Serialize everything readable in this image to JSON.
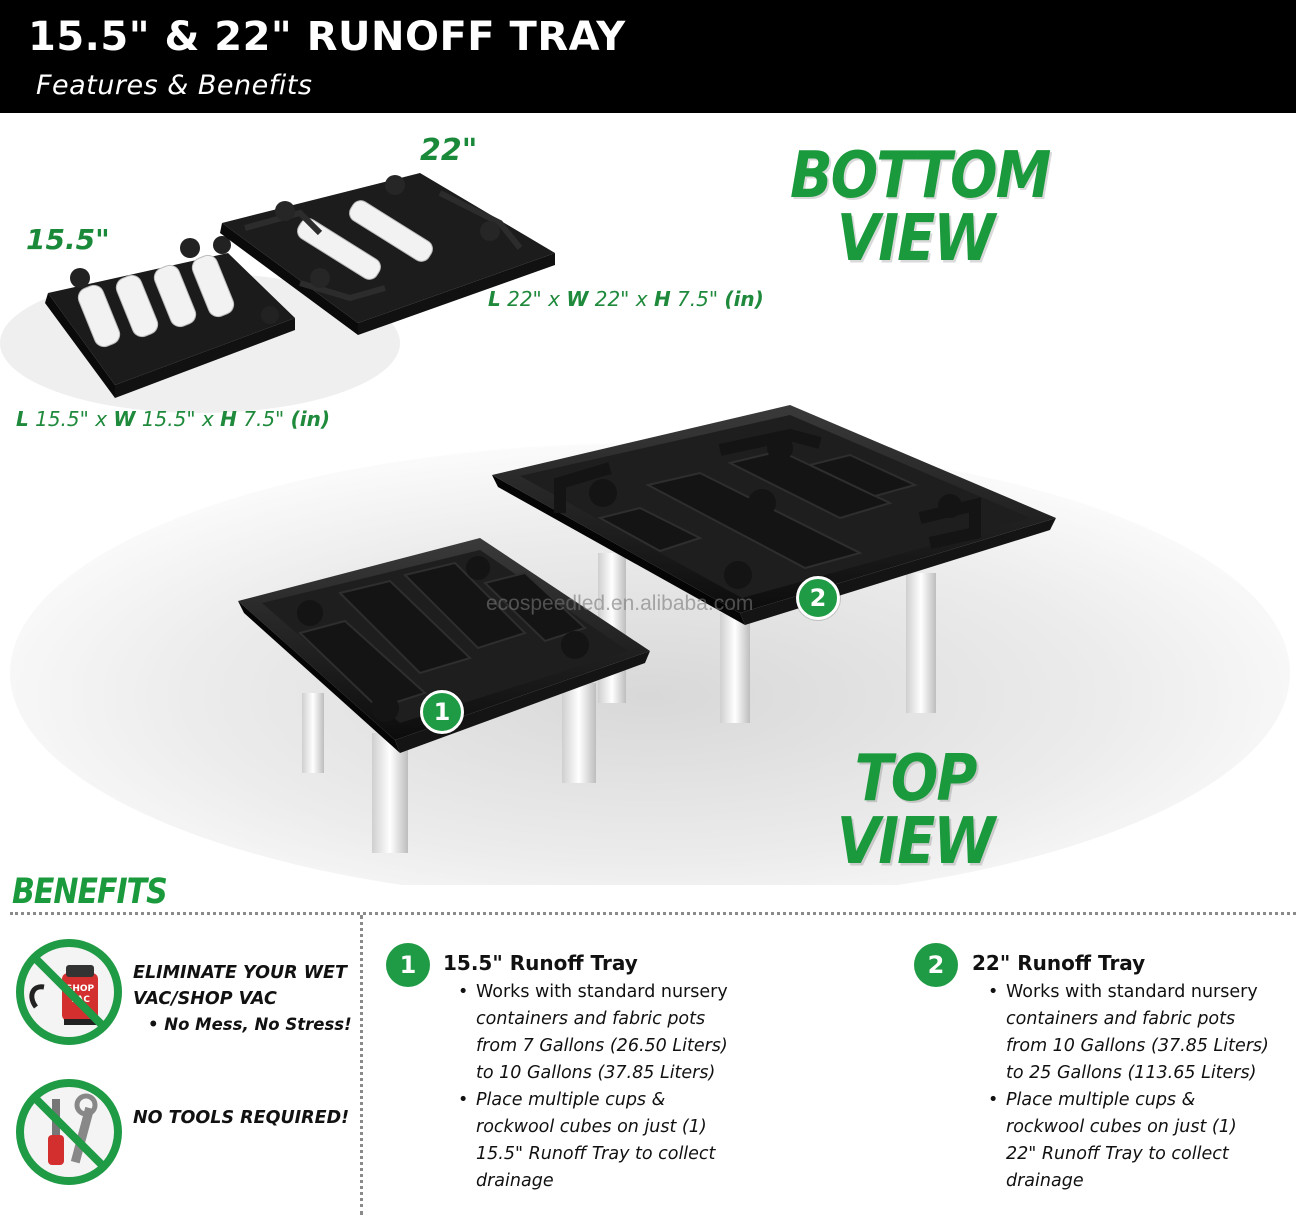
{
  "header": {
    "title": "15.5\" & 22\" RUNOFF TRAY",
    "subtitle": "Features & Benefits"
  },
  "hero": {
    "label_22": "22\"",
    "label_15": "15.5\"",
    "dims_22": {
      "l": "L",
      "lv": "22\" x",
      "w": "W",
      "wv": "22\" x",
      "h": "H",
      "hv": "7.5\"",
      "unit": "(in)"
    },
    "dims_15": {
      "l": "L",
      "lv": "15.5\" x",
      "w": "W",
      "wv": "15.5\" x",
      "h": "H",
      "hv": "7.5\"",
      "unit": "(in)"
    },
    "bottom_view": [
      "BOTTOM",
      "VIEW"
    ],
    "top_view": [
      "TOP",
      "VIEW"
    ],
    "badge_1": "1",
    "badge_2": "2",
    "watermark": "ecospeedled.en.alibaba.com"
  },
  "benefits": {
    "title": "BENEFITS",
    "items": [
      {
        "icon": "no-shop-vac-icon",
        "lines": [
          "ELIMINATE YOUR WET",
          "VAC/SHOP VAC"
        ],
        "sub": "No Mess, No Stress!",
        "icon_text": [
          "SHOP",
          "VAC"
        ]
      },
      {
        "icon": "no-tools-icon",
        "lines": [
          "NO TOOLS REQUIRED!"
        ]
      }
    ]
  },
  "trays": [
    {
      "badge": "1",
      "title": "15.5\" Runoff Tray",
      "bullets": [
        [
          "Works with standard nursery",
          "containers and fabric pots",
          "from 7 Gallons (26.50 Liters)",
          "to 10 Gallons (37.85 Liters)"
        ],
        [
          "Place multiple cups &",
          "rockwool cubes on just (1)",
          "15.5\" Runoff Tray to collect",
          "drainage"
        ]
      ]
    },
    {
      "badge": "2",
      "title": "22\" Runoff Tray",
      "bullets": [
        [
          "Works with standard nursery",
          "containers and fabric pots",
          "from 10 Gallons (37.85 Liters)",
          "to 25 Gallons (113.65 Liters)"
        ],
        [
          "Place multiple cups &",
          "rockwool cubes on just (1)",
          "22\" Runoff Tray to collect",
          "drainage"
        ]
      ]
    }
  ],
  "colors": {
    "accent_green": "#1f9a45",
    "header_bg": "#000000"
  }
}
